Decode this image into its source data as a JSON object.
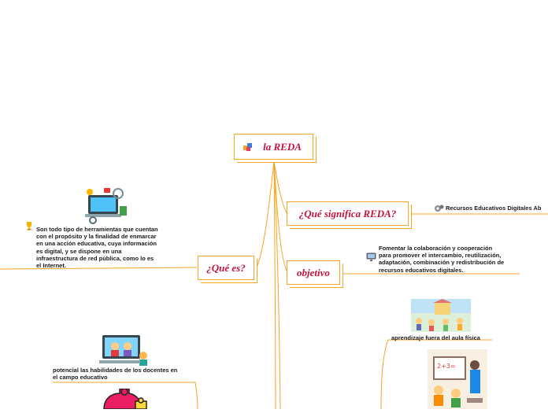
{
  "central": {
    "title": "la REDA",
    "icon": "puzzle-icon"
  },
  "topics": {
    "que_significa": "¿Qué significa REDA?",
    "objetivo": "objetivo",
    "que_es": "¿Qué es?"
  },
  "notes": {
    "recursos": "Recursos Educativos Digitales Ab",
    "objetivo_lines": [
      "Fomentar la colaboración y cooperación",
      "para promover el intercambio, reutilización,",
      "adaptación, combinación y redistribución de",
      "recursos educativos digitales."
    ],
    "que_es_lines": [
      "Son todo tipo de herramientas que cuentan",
      "con el propósito y la finalidad de enmarcar",
      "en una acción educativa, cuya información",
      "es digital, y se dispone en una",
      "infraestructura de red pública, como  lo es",
      "el Internet."
    ],
    "aprendizaje": "aprendizaje fuera del aula física",
    "potencial_lines": [
      "potencial las habilidades de los docentes en",
      "el campo educativo"
    ]
  },
  "colors": {
    "branch": "#f5a623",
    "topic_text": "#c4123e"
  },
  "icons": [
    "gear-icon",
    "trophy-icon",
    "monitor-icon"
  ]
}
